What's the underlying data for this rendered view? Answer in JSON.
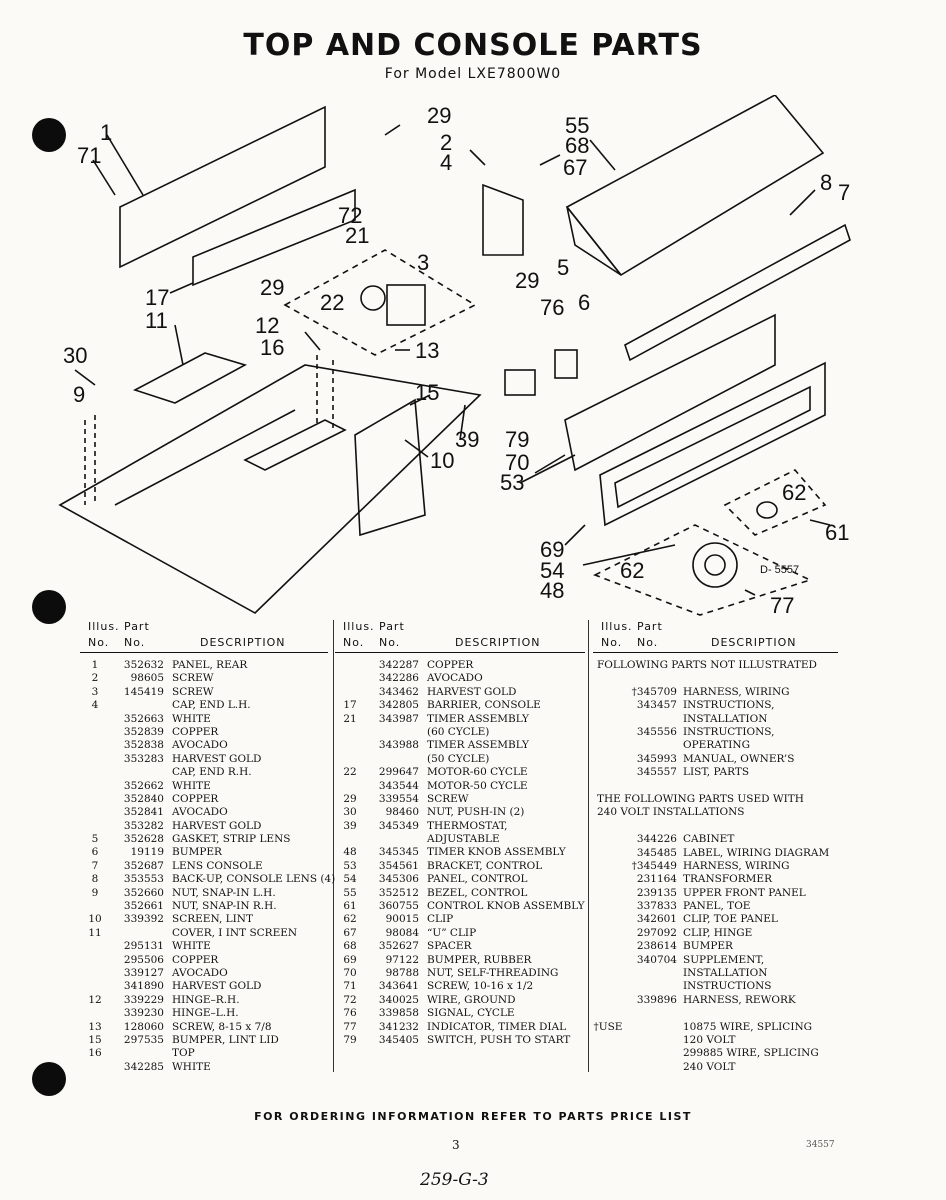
{
  "title": "TOP AND CONSOLE PARTS",
  "subtitle": "For Model LXE7800W0",
  "diagram": {
    "code": "D- 5557",
    "callouts": [
      "1",
      "71",
      "29",
      "2",
      "4",
      "55",
      "68",
      "67",
      "8",
      "7",
      "72",
      "21",
      "3",
      "29",
      "5",
      "17",
      "29",
      "22",
      "76",
      "6",
      "11",
      "12",
      "16",
      "13",
      "30",
      "9",
      "15",
      "39",
      "79",
      "10",
      "70",
      "53",
      "62",
      "61",
      "69",
      "54",
      "62",
      "48",
      "77"
    ]
  },
  "table_headers": {
    "illus": "Illus. Part",
    "no1": "No.",
    "no2": "No.",
    "desc": "DESCRIPTION"
  },
  "col1": [
    [
      "1",
      "352632",
      "PANEL, REAR"
    ],
    [
      "2",
      "98605",
      "SCREW"
    ],
    [
      "3",
      "145419",
      "SCREW"
    ],
    [
      "4",
      "",
      "CAP, END L.H."
    ],
    [
      "",
      "352663",
      "WHITE"
    ],
    [
      "",
      "352839",
      "COPPER"
    ],
    [
      "",
      "352838",
      "AVOCADO"
    ],
    [
      "",
      "353283",
      "HARVEST GOLD"
    ],
    [
      "",
      "",
      "CAP, END R.H."
    ],
    [
      "",
      "352662",
      "WHITE"
    ],
    [
      "",
      "352840",
      "COPPER"
    ],
    [
      "",
      "352841",
      "AVOCADO"
    ],
    [
      "",
      "353282",
      "HARVEST GOLD"
    ],
    [
      "5",
      "352628",
      "GASKET, STRIP LENS"
    ],
    [
      "6",
      "19119",
      "BUMPER"
    ],
    [
      "7",
      "352687",
      "LENS CONSOLE"
    ],
    [
      "8",
      "353553",
      "BACK-UP, CONSOLE LENS (4)"
    ],
    [
      "9",
      "352660",
      "NUT, SNAP-IN L.H."
    ],
    [
      "",
      "352661",
      "NUT, SNAP-IN R.H."
    ],
    [
      "10",
      "339392",
      "SCREEN, LINT"
    ],
    [
      "11",
      "",
      "COVER, I INT SCREEN"
    ],
    [
      "",
      "295131",
      "WHITE"
    ],
    [
      "",
      "295506",
      "COPPER"
    ],
    [
      "",
      "339127",
      "AVOCADO"
    ],
    [
      "",
      "341890",
      "HARVEST GOLD"
    ],
    [
      "12",
      "339229",
      "HINGE–R.H."
    ],
    [
      "",
      "339230",
      "HINGE–L.H."
    ],
    [
      "13",
      "128060",
      "SCREW, 8-15 x 7/8"
    ],
    [
      "15",
      "297535",
      "BUMPER, LINT LID"
    ],
    [
      "16",
      "",
      "TOP"
    ],
    [
      "",
      "342285",
      "WHITE"
    ]
  ],
  "col2": [
    [
      "",
      "342287",
      "COPPER"
    ],
    [
      "",
      "342286",
      "AVOCADO"
    ],
    [
      "",
      "343462",
      "HARVEST GOLD"
    ],
    [
      "17",
      "342805",
      "BARRIER, CONSOLE"
    ],
    [
      "21",
      "343987",
      "TIMER ASSEMBLY"
    ],
    [
      "",
      "",
      "(60 CYCLE)"
    ],
    [
      "",
      "343988",
      "TIMER ASSEMBLY"
    ],
    [
      "",
      "",
      "(50 CYCLE)"
    ],
    [
      "22",
      "299647",
      "MOTOR-60 CYCLE"
    ],
    [
      "",
      "343544",
      "MOTOR-50 CYCLE"
    ],
    [
      "29",
      "339554",
      "SCREW"
    ],
    [
      "30",
      "98460",
      "NUT, PUSH-IN (2)"
    ],
    [
      "39",
      "345349",
      "THERMOSTAT,"
    ],
    [
      "",
      "",
      "ADJUSTABLE"
    ],
    [
      "48",
      "345345",
      "TIMER KNOB ASSEMBLY"
    ],
    [
      "53",
      "354561",
      "BRACKET, CONTROL"
    ],
    [
      "54",
      "345306",
      "PANEL, CONTROL"
    ],
    [
      "55",
      "352512",
      "BEZEL, CONTROL"
    ],
    [
      "61",
      "360755",
      "CONTROL KNOB ASSEMBLY"
    ],
    [
      "62",
      "90015",
      "CLIP"
    ],
    [
      "67",
      "98084",
      "“U” CLIP"
    ],
    [
      "68",
      "352627",
      "SPACER"
    ],
    [
      "69",
      "97122",
      "BUMPER, RUBBER"
    ],
    [
      "70",
      "98788",
      "NUT, SELF-THREADING"
    ],
    [
      "71",
      "343641",
      "SCREW, 10-16 x 1/2"
    ],
    [
      "72",
      "340025",
      "WIRE, GROUND"
    ],
    [
      "76",
      "339858",
      "SIGNAL, CYCLE"
    ],
    [
      "77",
      "341232",
      "INDICATOR, TIMER DIAL"
    ],
    [
      "79",
      "345405",
      "SWITCH, PUSH TO START"
    ]
  ],
  "col3": {
    "note1": "FOLLOWING PARTS NOT ILLUSTRATED",
    "group1": [
      [
        "",
        "†345709",
        "HARNESS, WIRING"
      ],
      [
        "",
        "343457",
        "INSTRUCTIONS,"
      ],
      [
        "",
        "",
        "INSTALLATION"
      ],
      [
        "",
        "345556",
        "INSTRUCTIONS,"
      ],
      [
        "",
        "",
        "OPERATING"
      ],
      [
        "",
        "345993",
        "MANUAL, OWNER’S"
      ],
      [
        "",
        "345557",
        "LIST, PARTS"
      ]
    ],
    "note2a": "THE FOLLOWING PARTS USED WITH",
    "note2b": "240 VOLT INSTALLATIONS",
    "group2": [
      [
        "",
        "344226",
        "CABINET"
      ],
      [
        "",
        "345485",
        "LABEL, WIRING DIAGRAM"
      ],
      [
        "",
        "†345449",
        "HARNESS, WIRING"
      ],
      [
        "",
        "231164",
        "TRANSFORMER"
      ],
      [
        "",
        "239135",
        "UPPER FRONT PANEL"
      ],
      [
        "",
        "337833",
        "PANEL, TOE"
      ],
      [
        "",
        "342601",
        "CLIP, TOE PANEL"
      ],
      [
        "",
        "297092",
        "CLIP, HINGE"
      ],
      [
        "",
        "238614",
        "BUMPER"
      ],
      [
        "",
        "340704",
        "SUPPLEMENT,"
      ],
      [
        "",
        "",
        "INSTALLATION"
      ],
      [
        "",
        "",
        "INSTRUCTIONS"
      ],
      [
        "",
        "339896",
        "HARNESS, REWORK"
      ],
      [
        "",
        "",
        ""
      ],
      [
        "†USE",
        "",
        "10875 WIRE, SPLICING"
      ],
      [
        "",
        "",
        "120 VOLT"
      ],
      [
        "",
        "",
        "299885 WIRE, SPLICING"
      ],
      [
        "",
        "",
        "240 VOLT"
      ]
    ]
  },
  "footer": "FOR ORDERING INFORMATION REFER TO PARTS PRICE LIST",
  "page_number": "3",
  "ref_code": "34557",
  "handwritten": "259-G-3"
}
